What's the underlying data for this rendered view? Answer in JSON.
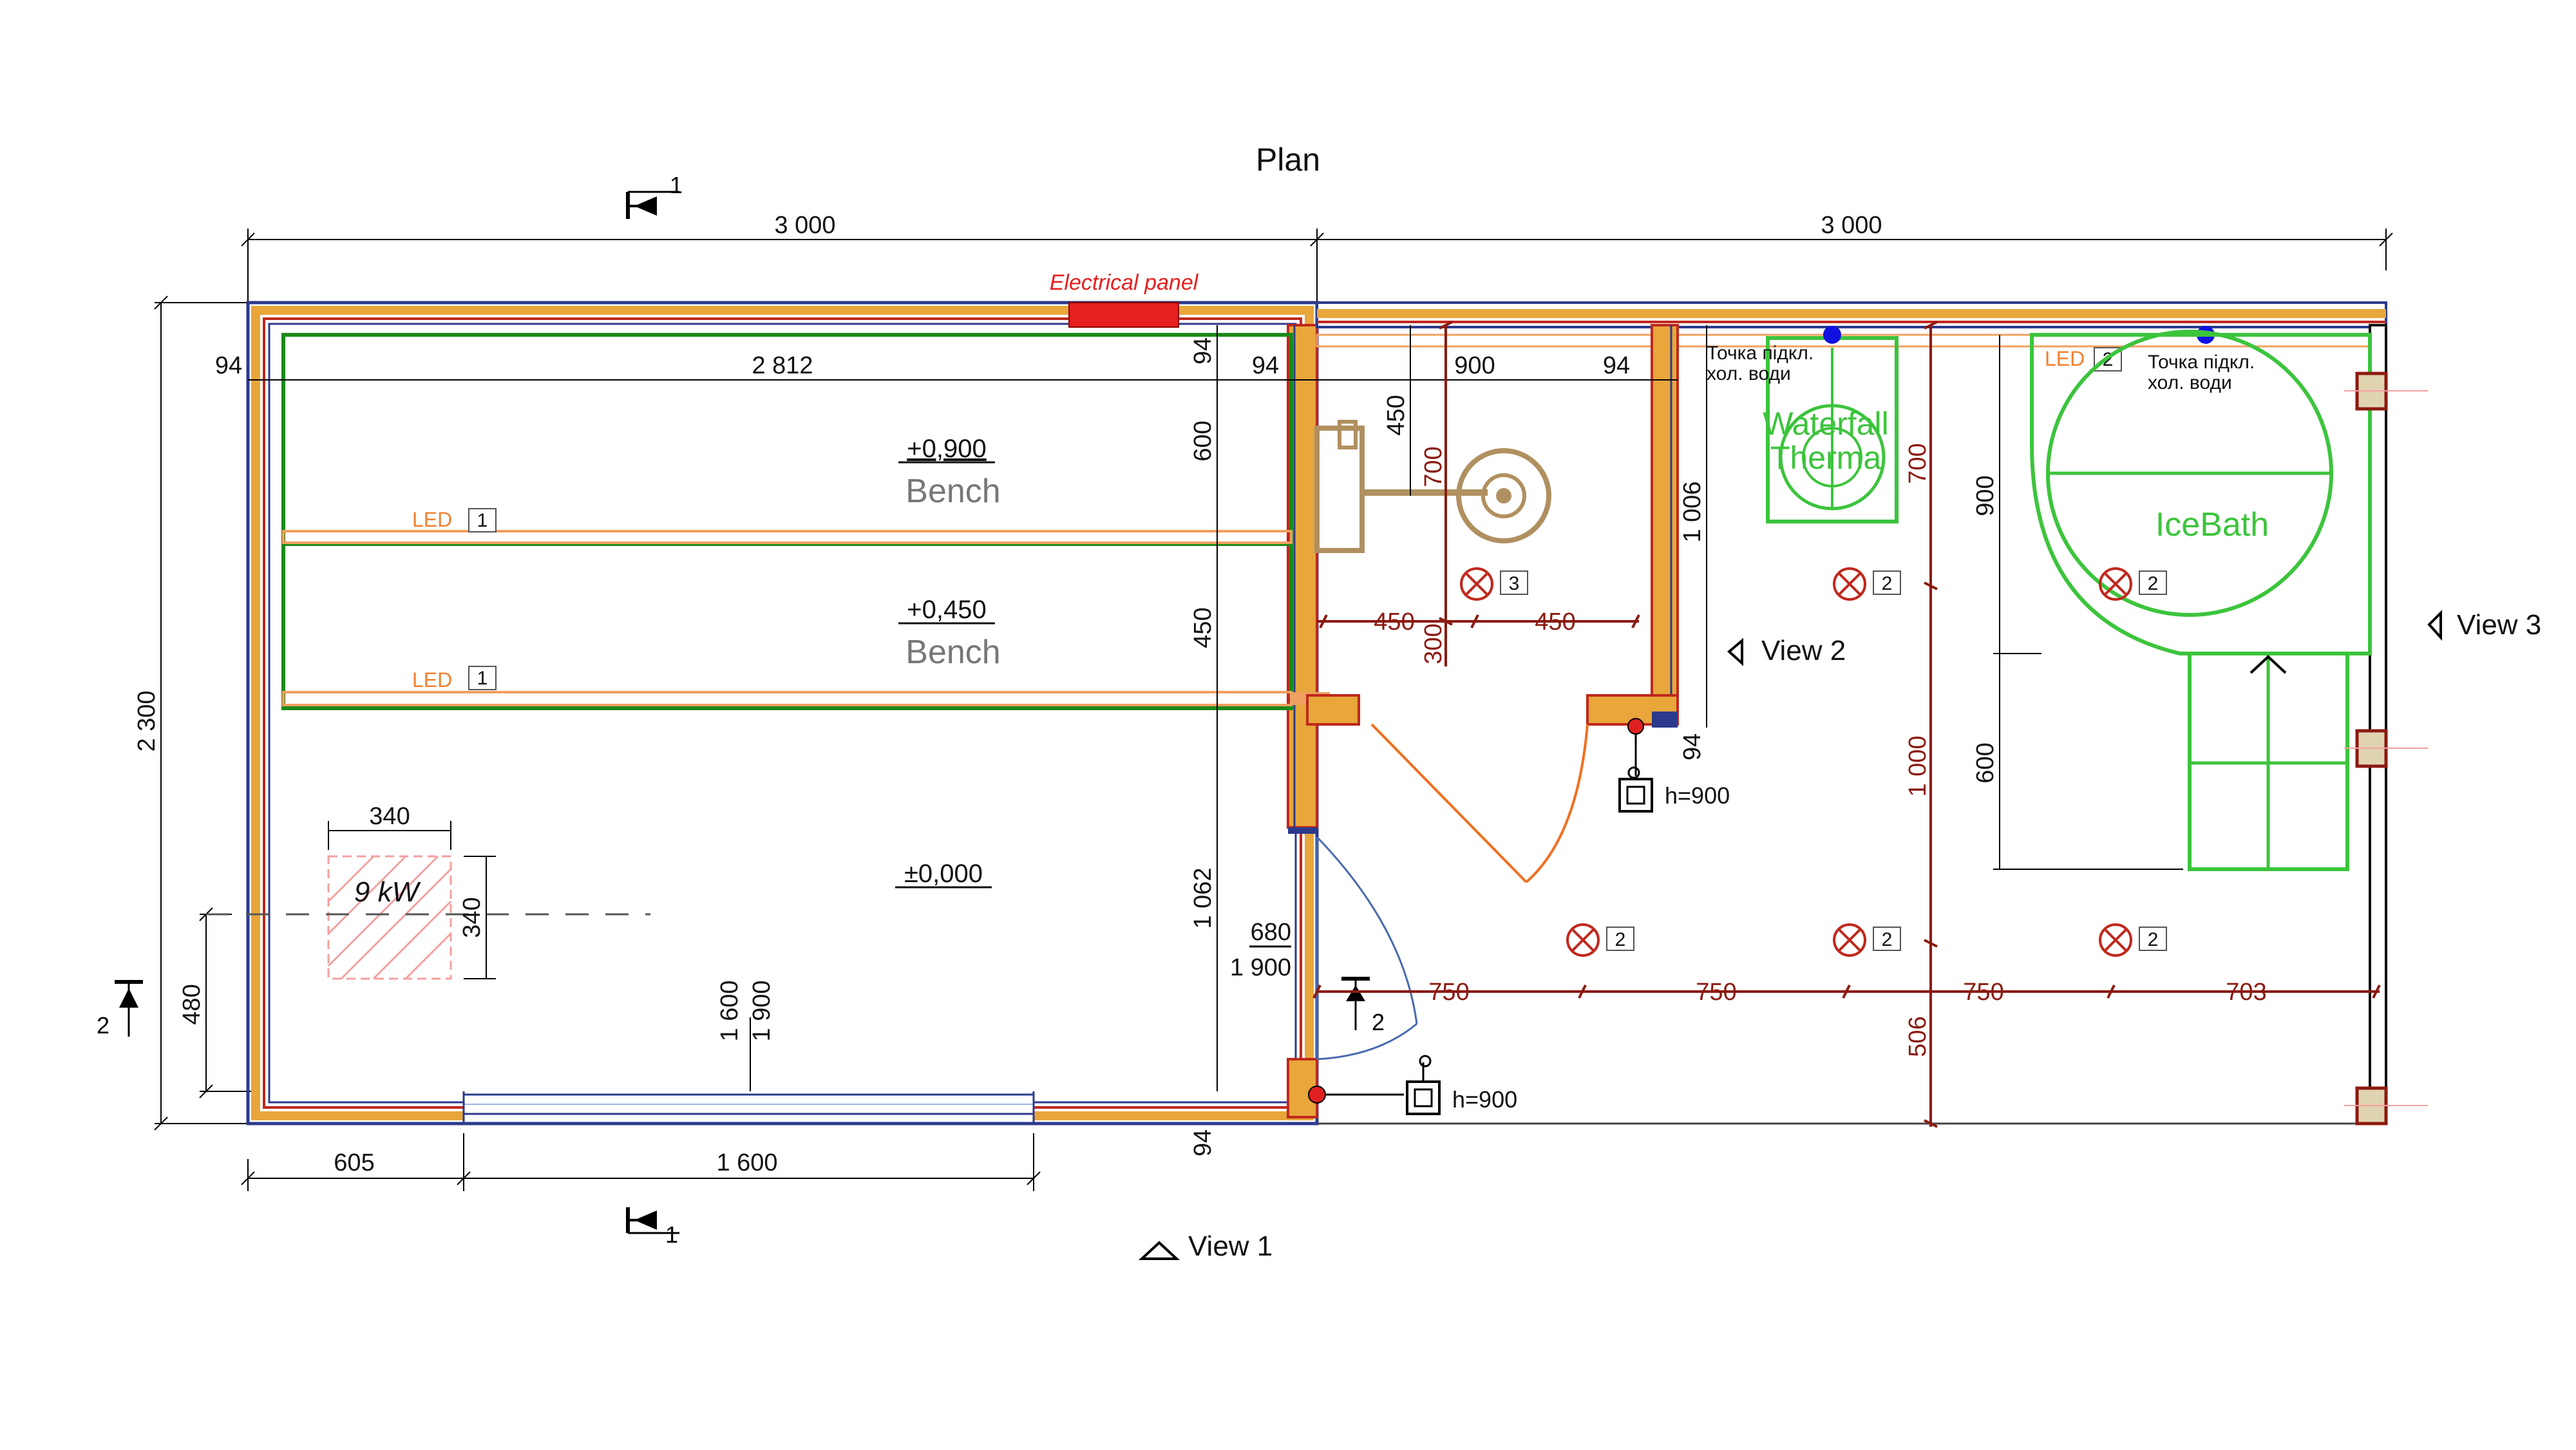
{
  "title": "Plan",
  "section_mark_1": "1",
  "section_mark_2": "2",
  "overall_width_left": "3 000",
  "overall_width_right": "3 000",
  "overall_height": "2 300",
  "electrical_panel": "Electrical panel",
  "left_room": {
    "wall_94_left": "94",
    "inner_width": "2 812",
    "wall_94_right": "94",
    "bench_upper_level": "+0,900",
    "bench_upper_label": "Bench",
    "bench_lower_level": "+0,450",
    "bench_lower_label": "Bench",
    "floor_level": "±0,000",
    "led_label": "LED",
    "led_number": "1",
    "dim_600": "600",
    "dim_450": "450",
    "dim_1062": "1 062",
    "dim_94_top": "94",
    "dim_94_bottom": "94",
    "heater_power": "9 kW",
    "heater_w": "340",
    "heater_h": "340",
    "dim_480": "480",
    "window_dim_a": "1 600",
    "window_dim_b": "1 900",
    "bottom_dim_605": "605",
    "bottom_dim_1600": "1 600",
    "door_dim_a": "680",
    "door_dim_b": "1 900"
  },
  "shower": {
    "dim_94_left": "94",
    "dim_900": "900",
    "dim_94_right": "94",
    "dim_450_vert": "450",
    "dim_700_red": "700",
    "dim_300_red": "300",
    "dim_450_left_red": "450",
    "dim_450_right_red": "450",
    "dim_1006": "1 006",
    "dim_94_small": "94",
    "light_number": "3",
    "switch_height": "h=900"
  },
  "right_room": {
    "cold_water_1": "Точка підкл. хол. води",
    "cold_water_2": "Точка підкл. хол. води",
    "waterfall_label_a": "Waterfall",
    "waterfall_label_b": "Therma",
    "icebath_label": "IceBath",
    "led_label": "LED",
    "led_number": "2",
    "light_number": "2",
    "dim_900": "900",
    "dim_600": "600",
    "dim_700_red": "700",
    "dim_1000_red": "1 000",
    "dim_506_red": "506",
    "dim_750_a": "750",
    "dim_750_b": "750",
    "dim_750_c": "750",
    "dim_703": "703",
    "switch_height": "h=900"
  },
  "views": {
    "view1": "View 1",
    "view2": "View 2",
    "view3": "View 3"
  },
  "colors": {
    "wall_outer": "#2b3a8c",
    "wall_insulation": "#e8a63b",
    "wall_red": "#c0281c",
    "bench_green": "#1a8a1a",
    "led_orange": "#f0a060",
    "fixture_green": "#3cc43c",
    "dim_red": "#8b1a10",
    "door_orange": "#f07020",
    "tan": "#b09060"
  }
}
